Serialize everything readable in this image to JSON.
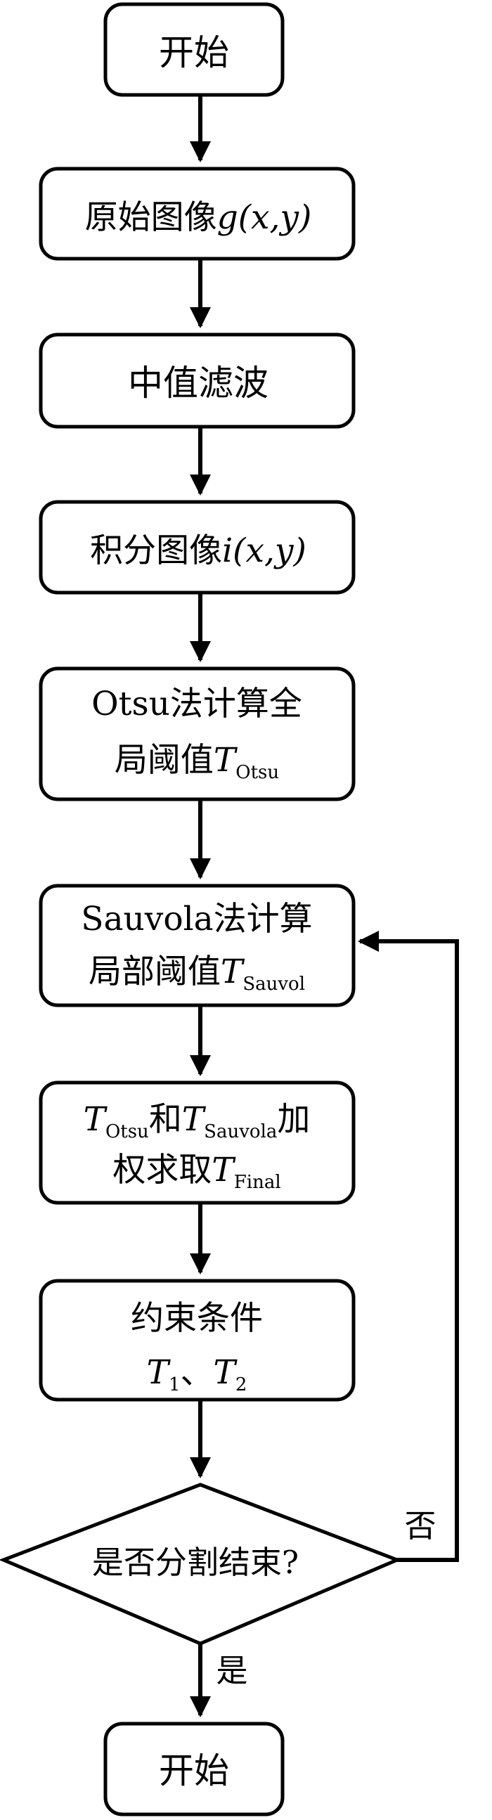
{
  "nodes": {
    "start": "开始",
    "original_image": {
      "text": "原始图像",
      "formula": "g(x,y)"
    },
    "median_filter": "中值滤波",
    "integral_image": {
      "text": "积分图像",
      "formula": "i(x,y)"
    },
    "otsu": {
      "line1": "Otsu法计算全",
      "line2_text": "局阈值",
      "symbol": "T",
      "subscript": "Otsu"
    },
    "sauvola": {
      "line1": "Sauvola法计算",
      "line2_text": "局部阈值",
      "symbol": "T",
      "subscript": "Sauvol"
    },
    "weighted": {
      "symbol_a": "T",
      "subscript_a": "Otsu",
      "conjunction": "和",
      "symbol_b": "T",
      "subscript_b": "Sauvola",
      "line1_tail": "加",
      "line2_text": "权求取",
      "symbol_final": "T",
      "subscript_final": "Final"
    },
    "constraint": {
      "line1": "约束条件",
      "symbol_1": "T",
      "subscript_1": "1",
      "separator": "、",
      "symbol_2": "T",
      "subscript_2": "2"
    },
    "decision": "是否分割结束?",
    "end": "开始"
  },
  "edges": {
    "no": "否",
    "yes": "是"
  }
}
